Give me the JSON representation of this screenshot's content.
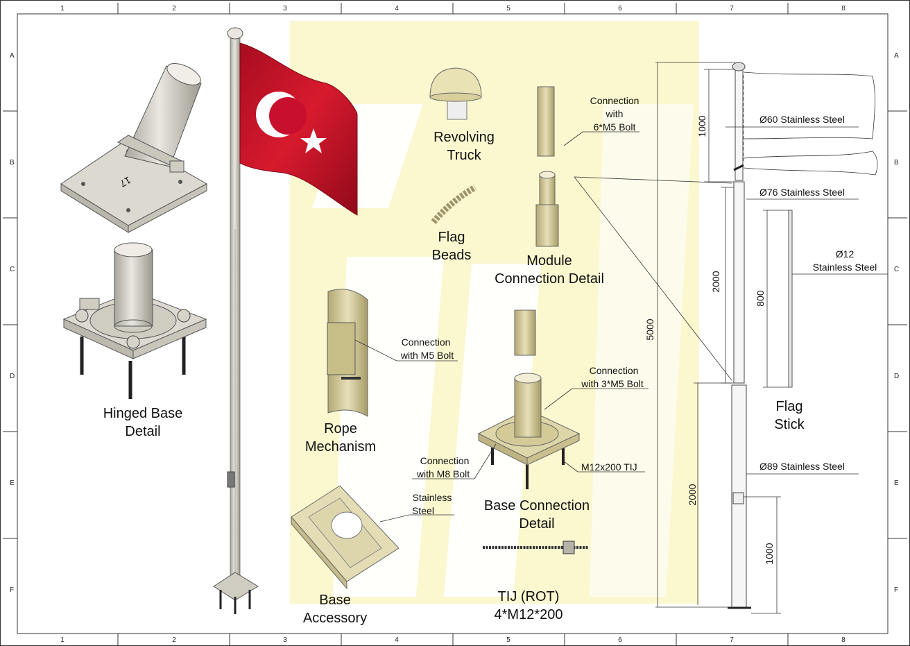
{
  "frame": {
    "columns": [
      "1",
      "2",
      "3",
      "4",
      "5",
      "6",
      "7",
      "8"
    ],
    "rows": [
      "A",
      "B",
      "C",
      "D",
      "E",
      "F"
    ]
  },
  "flag_colors": {
    "red": "#c8102e",
    "white": "#ffffff",
    "watermark": "#fbf6c8",
    "steel": "#d9d6cc",
    "brass": "#d3c896"
  },
  "labels": {
    "hinged_base": [
      "Hinged Base",
      "Detail"
    ],
    "revolving_truck": [
      "Revolving",
      "Truck"
    ],
    "flag_beads": [
      "Flag",
      "Beads"
    ],
    "module_connection": [
      "Module",
      "Connection Detail"
    ],
    "rope_mechanism": [
      "Rope",
      "Mechanism"
    ],
    "base_connection": [
      "Base Connection",
      "Detail"
    ],
    "base_accessory": [
      "Base",
      "Accessory"
    ],
    "tij": [
      "TIJ (ROT)",
      "4*M12*200"
    ],
    "flag_stick": [
      "Flag",
      "Stick"
    ]
  },
  "callouts": {
    "conn_6m5": [
      "Connection",
      "with",
      "6*M5 Bolt"
    ],
    "conn_m5": [
      "Connection",
      "with M5 Bolt"
    ],
    "conn_3m5": [
      "Connection",
      "with 3*M5 Bolt"
    ],
    "conn_m8": [
      "Connection",
      "with M8 Bolt"
    ],
    "stainless": [
      "Stainless",
      "Steel"
    ],
    "m12_tij": "M12x200 TIJ"
  },
  "dimensions": {
    "d60": "Ø60 Stainless Steel",
    "d76": "Ø76 Stainless Steel",
    "d12": [
      "Ø12",
      "Stainless Steel"
    ],
    "d89": "Ø89 Stainless Steel",
    "total": "5000",
    "top_1000": "1000",
    "mid_2000": "2000",
    "low_2000": "2000",
    "stick_800": "800",
    "bottom_1000": "1000"
  },
  "base_plate_mark": "17"
}
